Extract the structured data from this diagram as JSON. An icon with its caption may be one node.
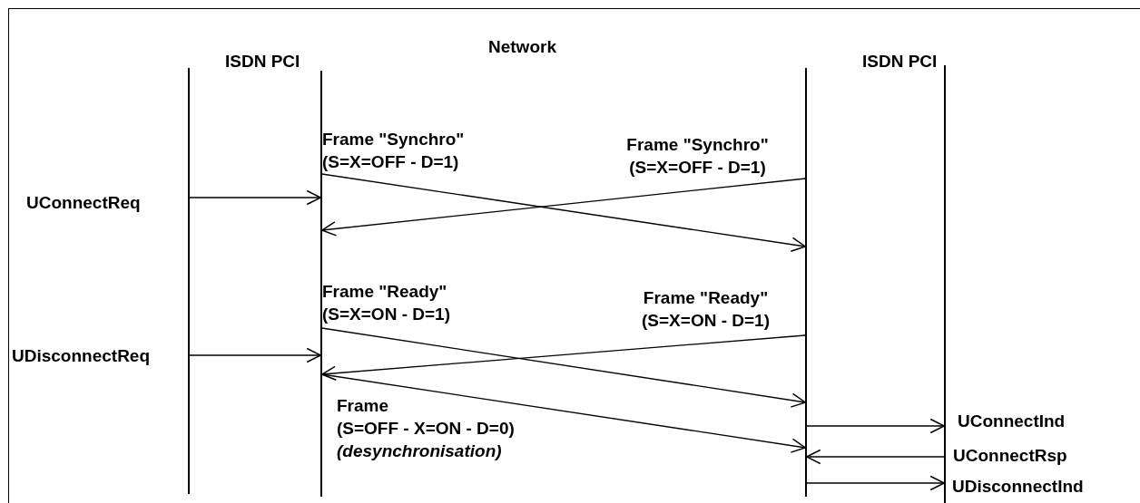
{
  "diagram": {
    "nodes": [
      {
        "text": [],
        "shape": "bar"
      },
      {
        "text": [],
        "shape": "bar"
      },
      {
        "text": [],
        "shape": "bar"
      },
      {
        "text": [],
        "shape": "bar"
      }
    ],
    "edges": [
      {
        "from": 0,
        "to": 1,
        "arrow": "to"
      },
      {
        "from": 1,
        "to": 2,
        "arrow": "to",
        "label": "Frame \"Synchro\" (S=X=OFF - D=1)"
      },
      {
        "from": 2,
        "to": 1,
        "arrow": "to",
        "label": "Frame \"Synchro\" (S=X=OFF - D=1)"
      },
      {
        "from": 0,
        "to": 1,
        "arrow": "to"
      },
      {
        "from": 1,
        "to": 2,
        "arrow": "to",
        "label": "Frame \"Ready\" (S=X=ON - D=1)"
      },
      {
        "from": 2,
        "to": 1,
        "arrow": "to",
        "label": "Frame \"Ready\" (S=X=ON - D=1)"
      },
      {
        "from": 1,
        "to": 2,
        "arrow": "to",
        "label": "Frame (S=OFF - X=ON - D=0) *(desynchronisation)*"
      },
      {
        "from": 2,
        "to": 3,
        "arrow": "to"
      },
      {
        "from": 3,
        "to": 2,
        "arrow": "to"
      },
      {
        "from": 2,
        "to": 3,
        "arrow": "to"
      }
    ],
    "labels": [
      "ISDN PCI",
      "Network",
      "ISDN PCI",
      "UConnectReq",
      "UDisconnectReq",
      "UConnectInd",
      "UConnectRsp",
      "UDisconnectInd"
    ]
  }
}
